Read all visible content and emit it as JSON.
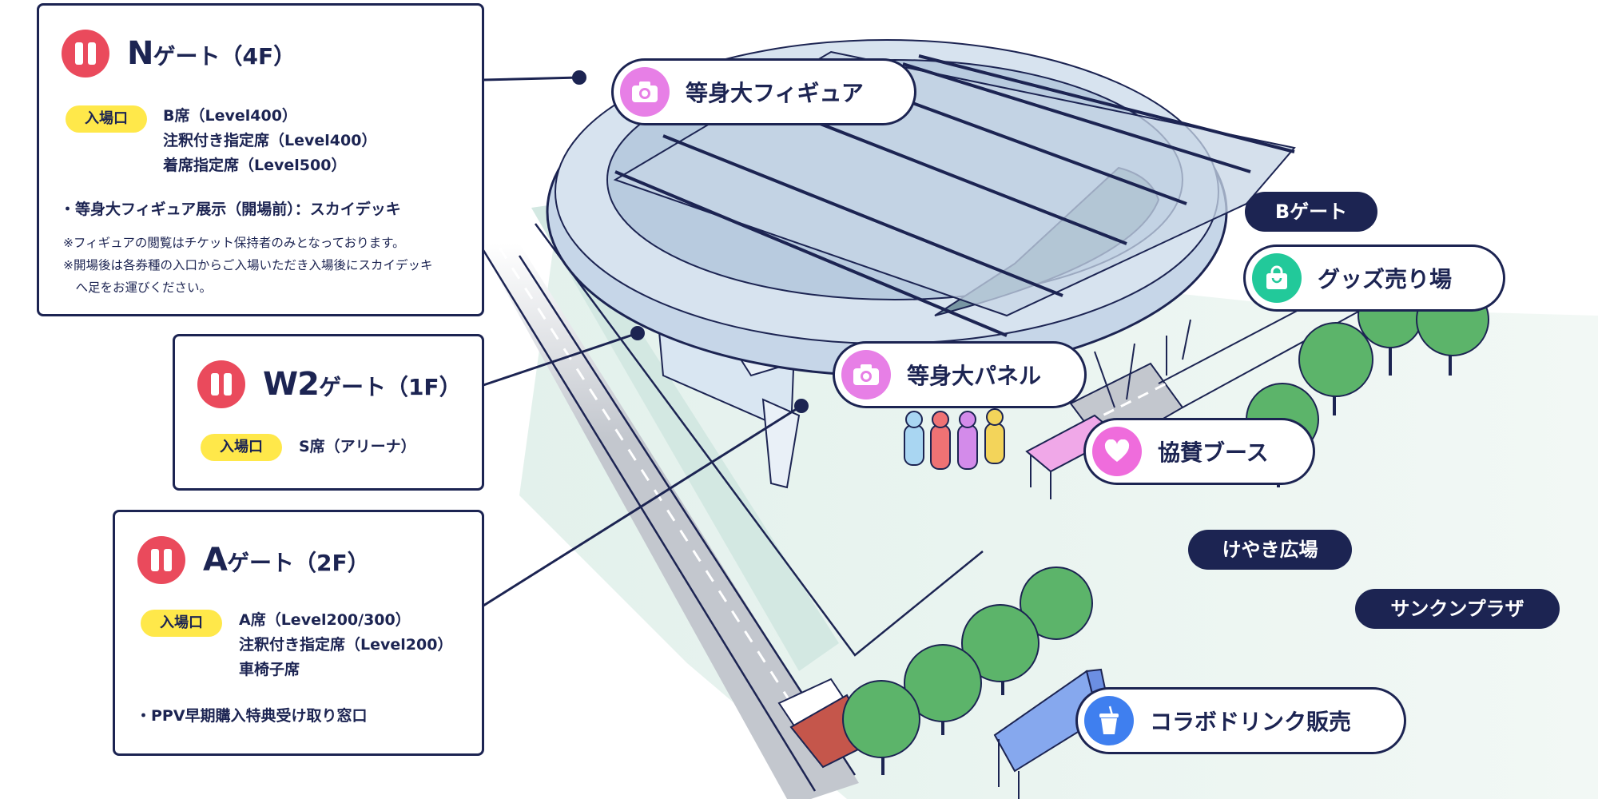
{
  "gates": {
    "n": {
      "name_big": "N",
      "name_rest": "ゲート（4F）",
      "entry_label": "入場口",
      "seats": [
        "B席（Level400）",
        "注釈付き指定席（Level400）",
        "着席指定席（Level500）"
      ],
      "bullet": "・等身大フィギュア展示（開場前）：スカイデッキ",
      "notes": [
        "※フィギュアの閲覧はチケット保持者のみとなっております。",
        "※開場後は各券種の入口からご入場いただき入場後にスカイデッキ",
        "　へ足をお運びください。"
      ]
    },
    "w2": {
      "name_big": "W2",
      "name_rest": "ゲート（1F）",
      "entry_label": "入場口",
      "seats": [
        "S席（アリーナ）"
      ]
    },
    "a": {
      "name_big": "A",
      "name_rest": "ゲート（2F）",
      "entry_label": "入場口",
      "seats": [
        "A席（Level200/300）",
        "注釈付き指定席（Level200）",
        "車椅子席"
      ],
      "bullet": "・PPV早期購入特典受け取り窓口"
    }
  },
  "spots": {
    "figure": {
      "label": "等身大フィギュア",
      "icon": "camera-icon",
      "color": "#e77fe6"
    },
    "panel": {
      "label": "等身大パネル",
      "icon": "camera-icon",
      "color": "#e77fe6"
    },
    "goods": {
      "label": "グッズ売り場",
      "icon": "shopping-bag-icon",
      "color": "#22c99a"
    },
    "sponsor": {
      "label": "協賛ブース",
      "icon": "heart-icon",
      "color": "#ef6cdc"
    },
    "drink": {
      "label": "コラボドリンク販売",
      "icon": "drink-cup-icon",
      "color": "#3f7fef"
    }
  },
  "areas": {
    "b_gate": "Bゲート",
    "keyaki": "けやき広場",
    "sunken": "サンクンプラザ"
  },
  "colors": {
    "navy": "#1c2452",
    "gate_red": "#ea4a5c",
    "badge_yellow": "#ffe84a",
    "tree_green": "#5cb46a",
    "ground_mint": "#e3f1ec",
    "stadium_blue": "#c6d6e8"
  }
}
